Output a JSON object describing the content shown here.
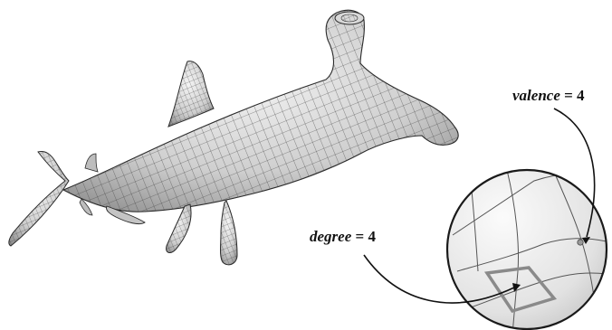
{
  "labels": {
    "valence": {
      "name": "valence",
      "operator": "=",
      "value": "4"
    },
    "degree": {
      "name": "degree",
      "operator": "=",
      "value": "4"
    }
  },
  "colors": {
    "mesh_fill": "#cfcfcf",
    "mesh_edge": "#2a2a2a",
    "zoom_fill": "#e6e6e6",
    "highlight_edge": "#8a8a8a",
    "arrow": "#111111"
  },
  "icons": {
    "subject": "hammerhead-shark-quad-mesh",
    "zoom": "magnified-mesh-circle"
  }
}
